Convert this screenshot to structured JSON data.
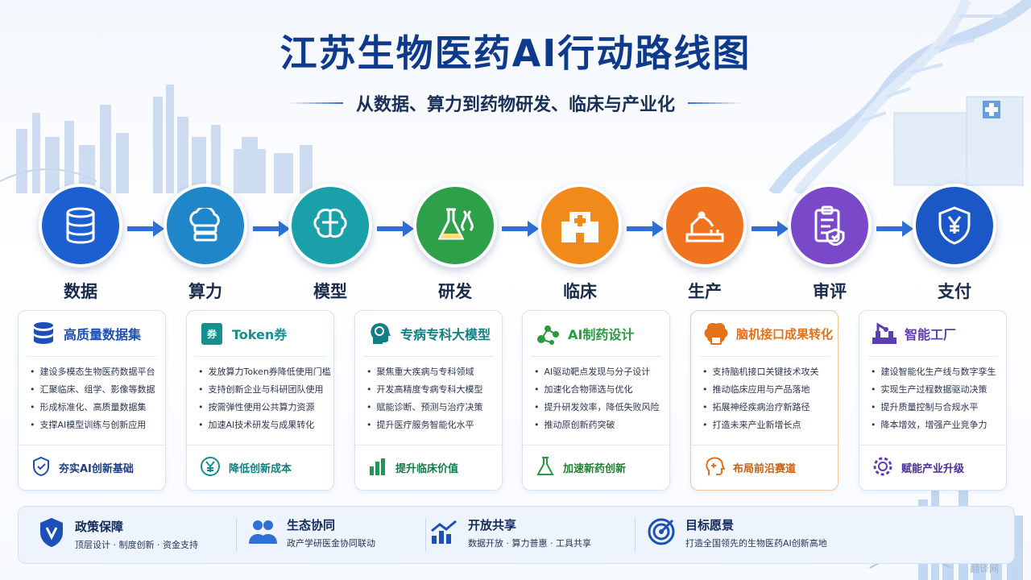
{
  "title": "江苏生物医药AI行动路线图",
  "subtitle": "从数据、算力到药物研发、临床与产业化",
  "steps": [
    {
      "label": "数据",
      "icon": "database-icon",
      "color": "#1c5fcf"
    },
    {
      "label": "算力",
      "icon": "cloud-server-icon",
      "color": "#1f86c9"
    },
    {
      "label": "模型",
      "icon": "brain-icon",
      "color": "#1aa0a8"
    },
    {
      "label": "研发",
      "icon": "flask-dna-icon",
      "color": "#2fa04a"
    },
    {
      "label": "临床",
      "icon": "hospital-icon",
      "color": "#f18a1b"
    },
    {
      "label": "生产",
      "icon": "robot-arm-icon",
      "color": "#f07420"
    },
    {
      "label": "审评",
      "icon": "clipboard-check-icon",
      "color": "#7a49c9"
    },
    {
      "label": "支付",
      "icon": "yuan-shield-icon",
      "color": "#1c57c6"
    }
  ],
  "cards": [
    {
      "title": "高质量数据集",
      "color": "#1c4fb8",
      "icon": "database-icon",
      "items": [
        "建设多模态生物医药数据平台",
        "汇聚临床、组学、影像等数据",
        "形成标准化、高质量数据集",
        "支撑AI模型训练与创新应用"
      ],
      "footer": "夯实AI创新基础",
      "footer_icon": "shield-check-icon"
    },
    {
      "title": "Token券",
      "color": "#15908f",
      "icon": "ticket-icon",
      "ticket_char": "券",
      "items": [
        "发放算力Token券降低使用门槛",
        "支持创新企业与科研团队使用",
        "按需弹性使用公共算力资源",
        "加速AI技术研发与成果转化"
      ],
      "footer": "降低创新成本",
      "footer_icon": "yuan-coin-icon"
    },
    {
      "title": "专病专科大模型",
      "color": "#127f86",
      "icon": "brain-head-icon",
      "items": [
        "聚焦重大疾病与专科领域",
        "开发高精度专病专科大模型",
        "赋能诊断、预测与治疗决策",
        "提升医疗服务智能化水平"
      ],
      "footer": "提升临床价值",
      "footer_icon": "bar-chart-icon"
    },
    {
      "title": "AI制药设计",
      "color": "#2a9a3e",
      "icon": "molecule-icon",
      "items": [
        "AI驱动靶点发现与分子设计",
        "加速化合物筛选与优化",
        "提升研发效率，降低失败风险",
        "推动原创新药突破"
      ],
      "footer": "加速新药创新",
      "footer_icon": "flask-icon"
    },
    {
      "title": "脑机接口成果转化",
      "color": "#e2711a",
      "icon": "brain-chip-icon",
      "items": [
        "支持脑机接口关键技术攻关",
        "推动临床应用与产品落地",
        "拓展神经疾病治疗新路径",
        "打造未来产业新增长点"
      ],
      "footer": "布局前沿赛道",
      "footer_icon": "head-plus-icon"
    },
    {
      "title": "智能工厂",
      "color": "#5b3db4",
      "icon": "factory-robot-icon",
      "items": [
        "建设智能化生产线与数字孪生",
        "实现生产过程数据驱动决策",
        "提升质量控制与合规水平",
        "降本增效，增强产业竞争力"
      ],
      "footer": "赋能产业升级",
      "footer_icon": "gear-icon"
    }
  ],
  "bottom": [
    {
      "title": "政策保障",
      "sub": "顶层设计 · 制度创新 · 资金支持",
      "icon": "shield-icon"
    },
    {
      "title": "生态协同",
      "sub": "政产学研医金协同联动",
      "icon": "people-icon"
    },
    {
      "title": "开放共享",
      "sub": "数据开放 · 算力普惠 · 工具共享",
      "icon": "growth-chart-icon"
    },
    {
      "title": "目标愿景",
      "sub": "打造全国领先的生物医药AI创新高地",
      "icon": "target-icon"
    }
  ],
  "watermark": "翻译网"
}
